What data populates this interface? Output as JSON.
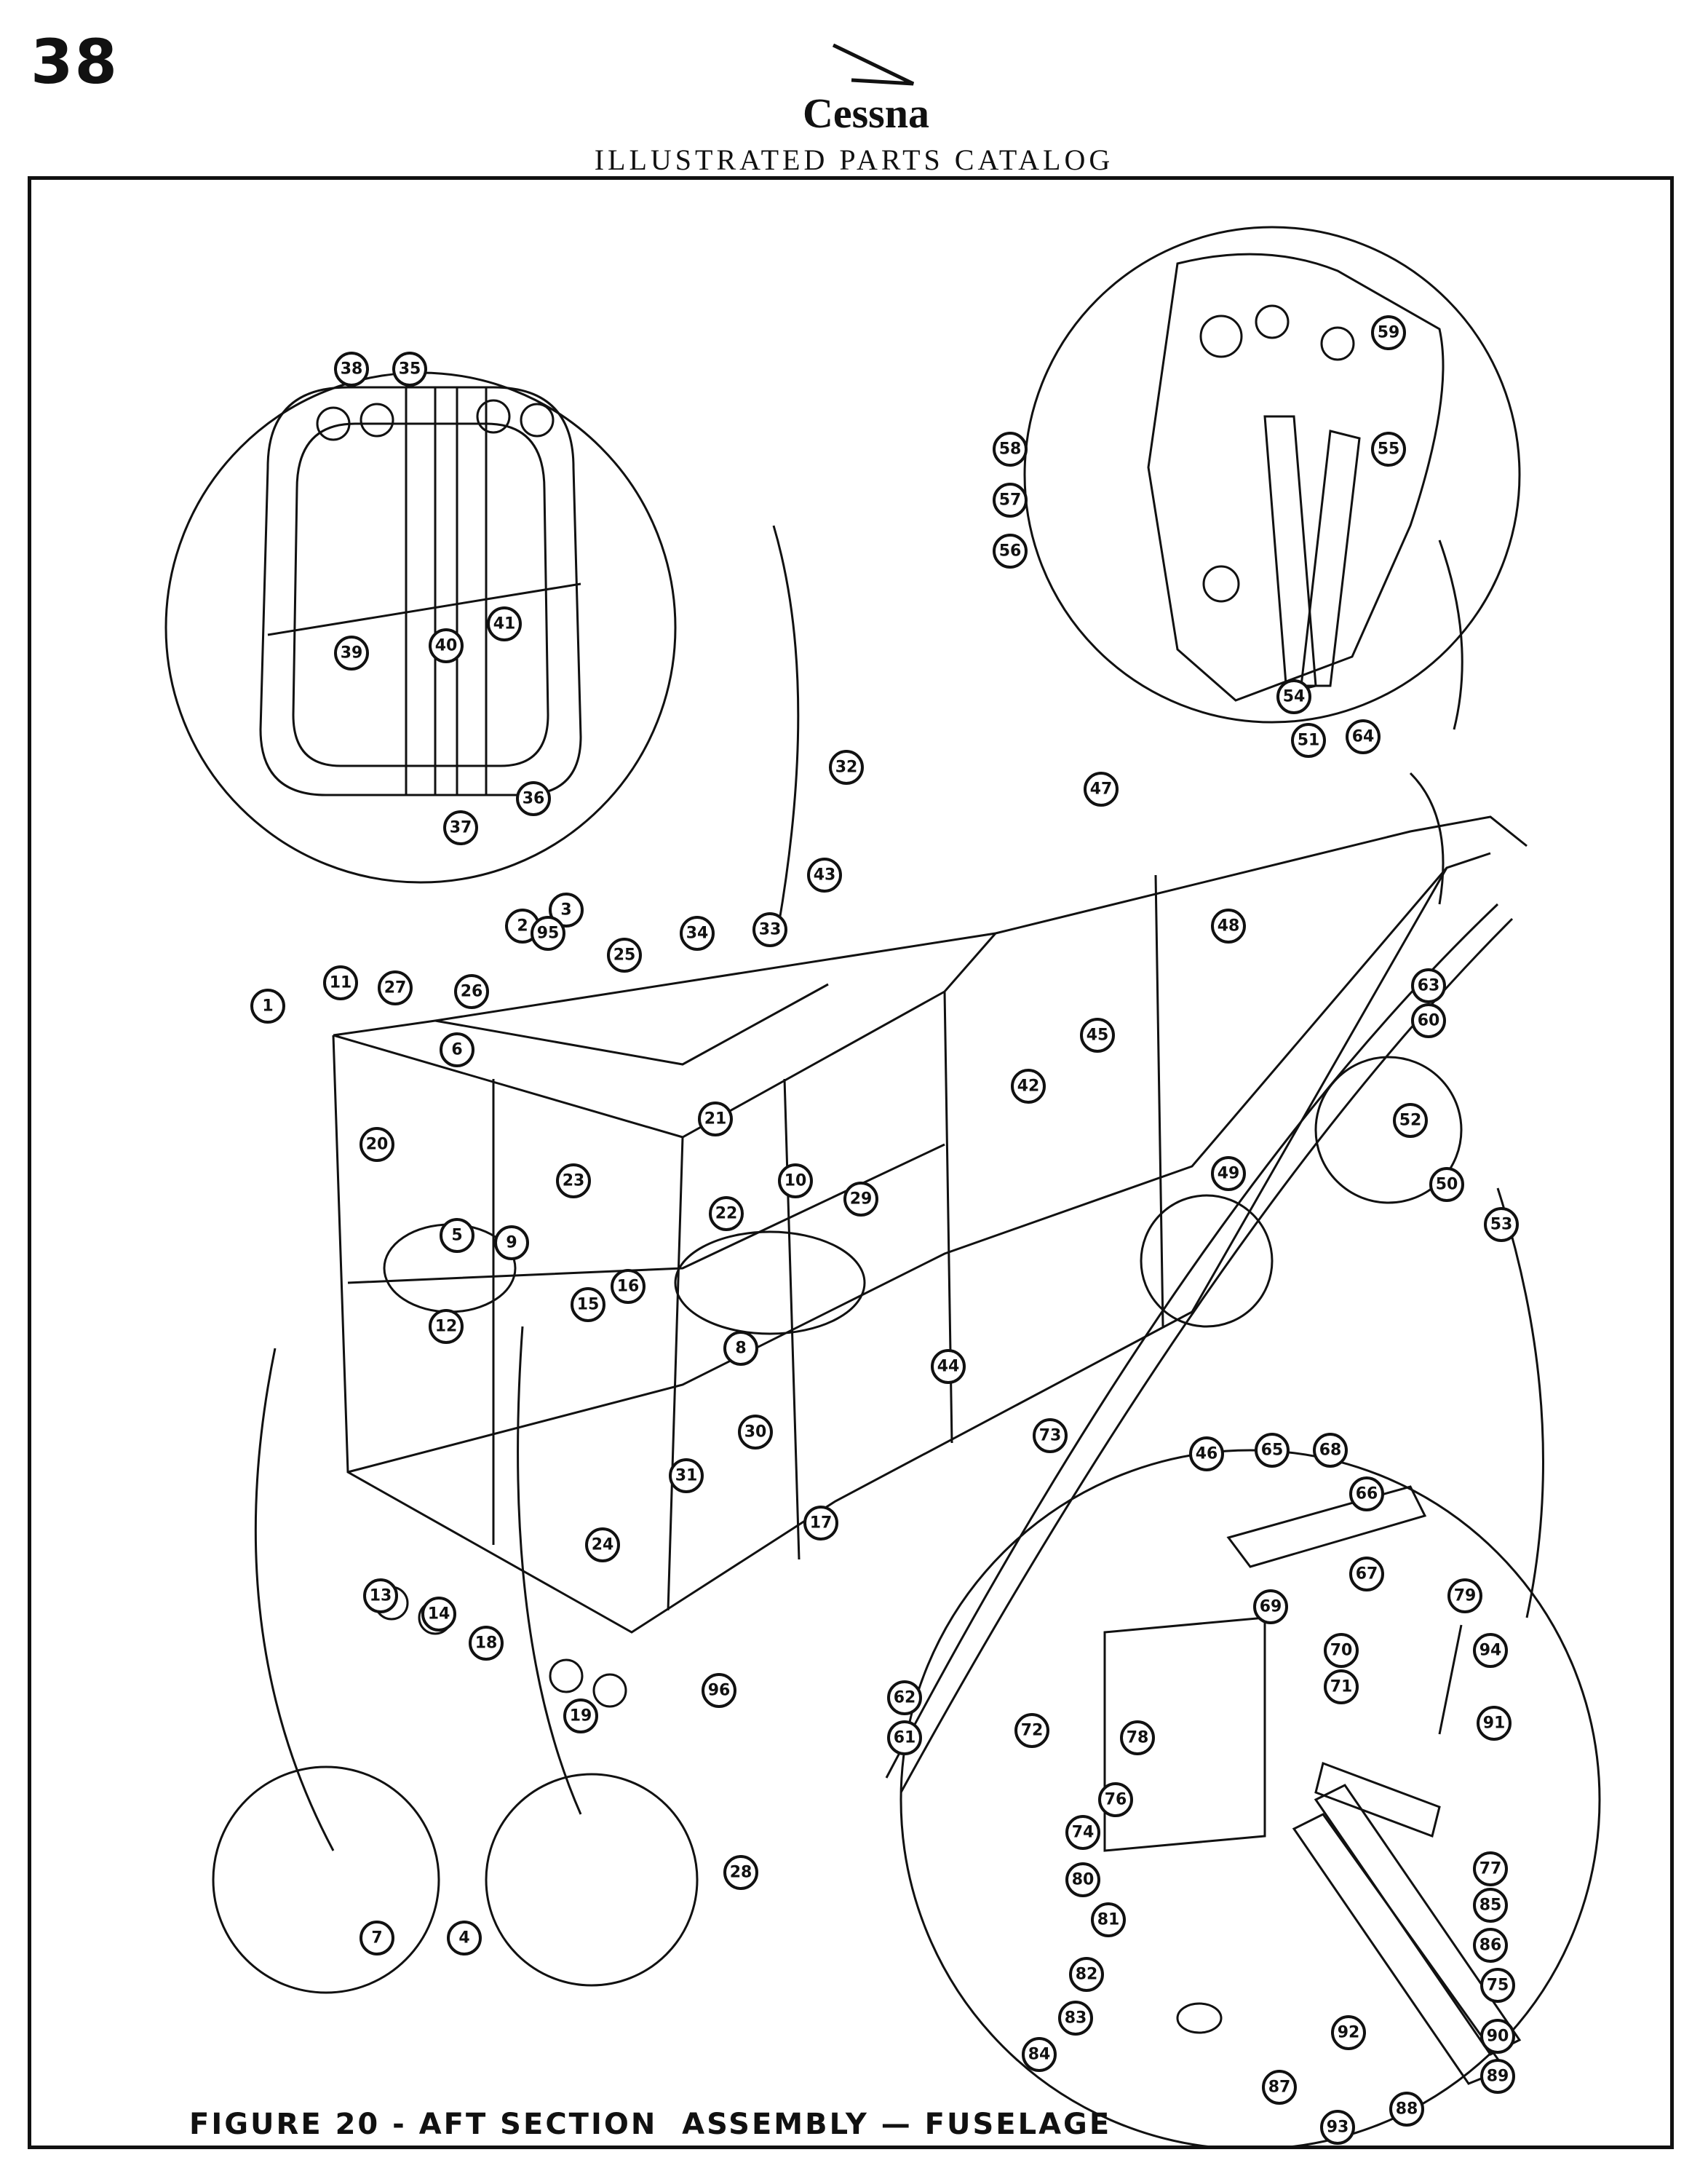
{
  "page_number": "38",
  "brand": "Cessna",
  "catalog_title": "ILLUSTRATED PARTS CATALOG",
  "figure_caption": "FIGURE 20 - AFT SECTION  ASSEMBLY — FUSELAGE",
  "callouts": [
    "1",
    "2",
    "3",
    "4",
    "5",
    "6",
    "7",
    "8",
    "9",
    "10",
    "11",
    "12",
    "13",
    "14",
    "15",
    "16",
    "17",
    "18",
    "19",
    "20",
    "21",
    "22",
    "23",
    "24",
    "25",
    "26",
    "27",
    "28",
    "29",
    "30",
    "31",
    "32",
    "33",
    "34",
    "35",
    "36",
    "37",
    "38",
    "39",
    "40",
    "41",
    "42",
    "43",
    "44",
    "45",
    "46",
    "47",
    "48",
    "49",
    "50",
    "51",
    "52",
    "53",
    "54",
    "55",
    "56",
    "57",
    "58",
    "59",
    "60",
    "61",
    "62",
    "63",
    "64",
    "65",
    "66",
    "67",
    "68",
    "69",
    "70",
    "71",
    "72",
    "73",
    "74",
    "75",
    "76",
    "77",
    "78",
    "79",
    "80",
    "81",
    "82",
    "83",
    "84",
    "85",
    "86",
    "87",
    "88",
    "89",
    "90",
    "91",
    "92",
    "93",
    "94",
    "95",
    "96"
  ]
}
